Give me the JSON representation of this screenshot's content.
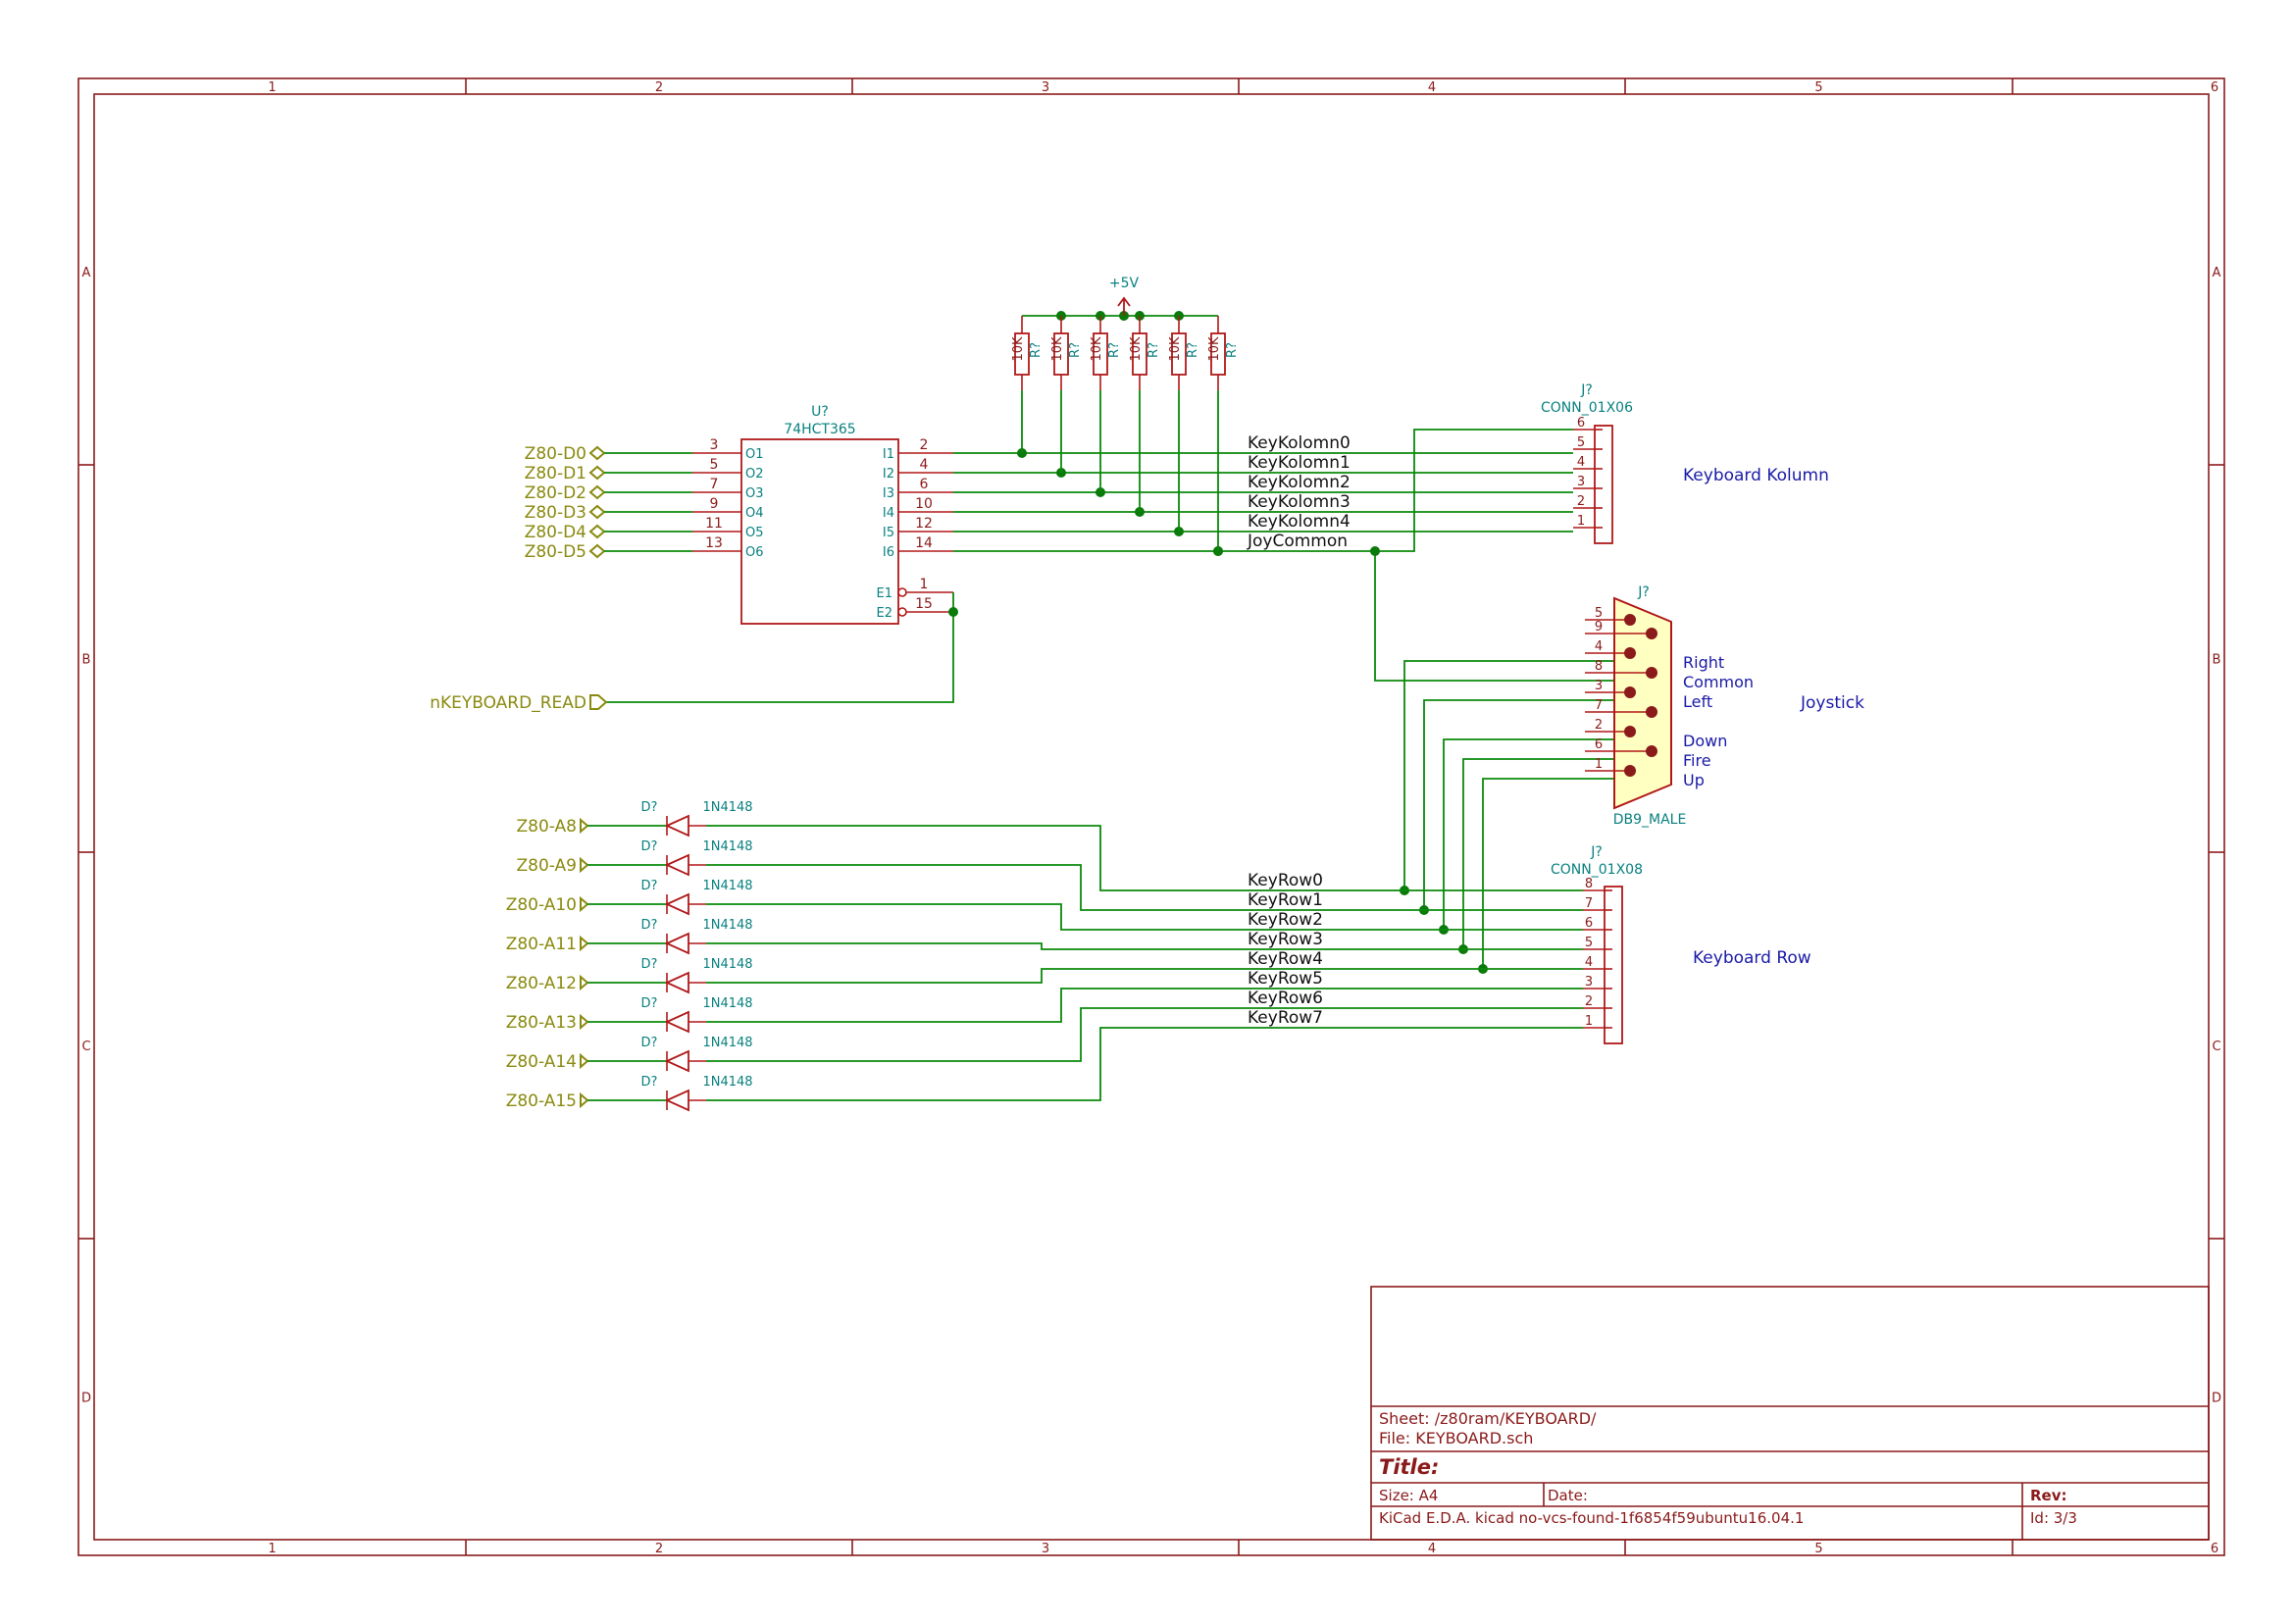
{
  "border": {
    "columns": [
      "1",
      "2",
      "3",
      "4",
      "5",
      "6"
    ],
    "rows": [
      "A",
      "B",
      "C",
      "D"
    ]
  },
  "power": {
    "label": "+5V"
  },
  "ic": {
    "ref": "U?",
    "value": "74HCT365",
    "left_pins": [
      {
        "num": "3",
        "name": "O1"
      },
      {
        "num": "5",
        "name": "O2"
      },
      {
        "num": "7",
        "name": "O3"
      },
      {
        "num": "9",
        "name": "O4"
      },
      {
        "num": "11",
        "name": "O5"
      },
      {
        "num": "13",
        "name": "O6"
      }
    ],
    "right_pins": [
      {
        "num": "2",
        "name": "I1"
      },
      {
        "num": "4",
        "name": "I2"
      },
      {
        "num": "6",
        "name": "I3"
      },
      {
        "num": "10",
        "name": "I4"
      },
      {
        "num": "12",
        "name": "I5"
      },
      {
        "num": "14",
        "name": "I6"
      }
    ],
    "enable_pins": [
      {
        "num": "1",
        "name": "E1"
      },
      {
        "num": "15",
        "name": "E2"
      }
    ]
  },
  "data_ports": [
    "Z80-D0",
    "Z80-D1",
    "Z80-D2",
    "Z80-D3",
    "Z80-D4",
    "Z80-D5"
  ],
  "read_port": "nKEYBOARD_READ",
  "resistors": [
    {
      "value": "10K",
      "ref": "R?"
    },
    {
      "value": "10K",
      "ref": "R?"
    },
    {
      "value": "10K",
      "ref": "R?"
    },
    {
      "value": "10K",
      "ref": "R?"
    },
    {
      "value": "10K",
      "ref": "R?"
    },
    {
      "value": "10K",
      "ref": "R?"
    }
  ],
  "column_nets": [
    "KeyKolomn0",
    "KeyKolomn1",
    "KeyKolomn2",
    "KeyKolomn3",
    "KeyKolomn4",
    "JoyCommon"
  ],
  "conn_col": {
    "ref": "J?",
    "value": "CONN_01X06",
    "pins": [
      "6",
      "5",
      "4",
      "3",
      "2",
      "1"
    ],
    "title": "Keyboard Kolumn"
  },
  "db9": {
    "ref": "J?",
    "value": "DB9_MALE",
    "pins": [
      "5",
      "9",
      "4",
      "8",
      "3",
      "7",
      "2",
      "6",
      "1"
    ],
    "labels": [
      "Right",
      "Common",
      "Left",
      "Down",
      "Fire",
      "Up"
    ],
    "title": "Joystick"
  },
  "diodes": [
    {
      "ref": "D?",
      "value": "1N4148",
      "port": "Z80-A8"
    },
    {
      "ref": "D?",
      "value": "1N4148",
      "port": "Z80-A9"
    },
    {
      "ref": "D?",
      "value": "1N4148",
      "port": "Z80-A10"
    },
    {
      "ref": "D?",
      "value": "1N4148",
      "port": "Z80-A11"
    },
    {
      "ref": "D?",
      "value": "1N4148",
      "port": "Z80-A12"
    },
    {
      "ref": "D?",
      "value": "1N4148",
      "port": "Z80-A13"
    },
    {
      "ref": "D?",
      "value": "1N4148",
      "port": "Z80-A14"
    },
    {
      "ref": "D?",
      "value": "1N4148",
      "port": "Z80-A15"
    }
  ],
  "row_nets": [
    "KeyRow0",
    "KeyRow1",
    "KeyRow2",
    "KeyRow3",
    "KeyRow4",
    "KeyRow5",
    "KeyRow6",
    "KeyRow7"
  ],
  "conn_row": {
    "ref": "J?",
    "value": "CONN_01X08",
    "pins": [
      "8",
      "7",
      "6",
      "5",
      "4",
      "3",
      "2",
      "1"
    ],
    "title": "Keyboard Row"
  },
  "title_block": {
    "sheet": "Sheet: /z80ram/KEYBOARD/",
    "file": "File: KEYBOARD.sch",
    "title": "Title:",
    "size": "Size: A4",
    "date": "Date:",
    "rev": "Rev:",
    "tool": "KiCad E.D.A.  kicad no-vcs-found-1f6854f59ubuntu16.04.1",
    "id": "Id: 3/3"
  }
}
